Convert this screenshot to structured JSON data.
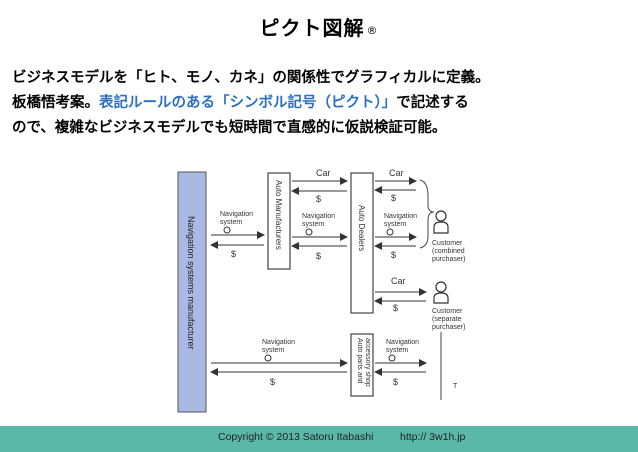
{
  "title": "ピクト図解",
  "title_mark": "®",
  "description": {
    "line1": "ビジネスモデルを「ヒト、モノ、カネ」の関係性でグラフィカルに定義。",
    "line2_a": "板橋悟考案。",
    "line2_highlight": "表記ルールのある「シンボル記号（ピクト）」",
    "line2_b": "で記述する",
    "line3": "ので、複雑なビジネスモデルでも短時間で直感的に仮説検証可能。"
  },
  "diagram": {
    "nav_manufacturer": "Navigation systems manufacturer",
    "auto_manufacturers": "Auto Manufacturers",
    "auto_dealers": "Auto Dealers",
    "auto_parts": "Auto parts and accessory shop",
    "nav_system": "Navigation system",
    "car": "Car",
    "money": "$",
    "customer_combined": [
      "Customer",
      "(combined",
      "purchaser)"
    ],
    "customer_separate": [
      "Customer",
      "(separate",
      "purchaser)"
    ],
    "axis_t": "T"
  },
  "footer": {
    "copyright": "Copyright  © 2013 Satoru Itabashi",
    "url": "http:// 3w1h.jp"
  },
  "colors": {
    "highlight": "#2b6fc0",
    "nav_box_fill": "#a9b8e4",
    "footer_bar": "#5ab8a8"
  }
}
